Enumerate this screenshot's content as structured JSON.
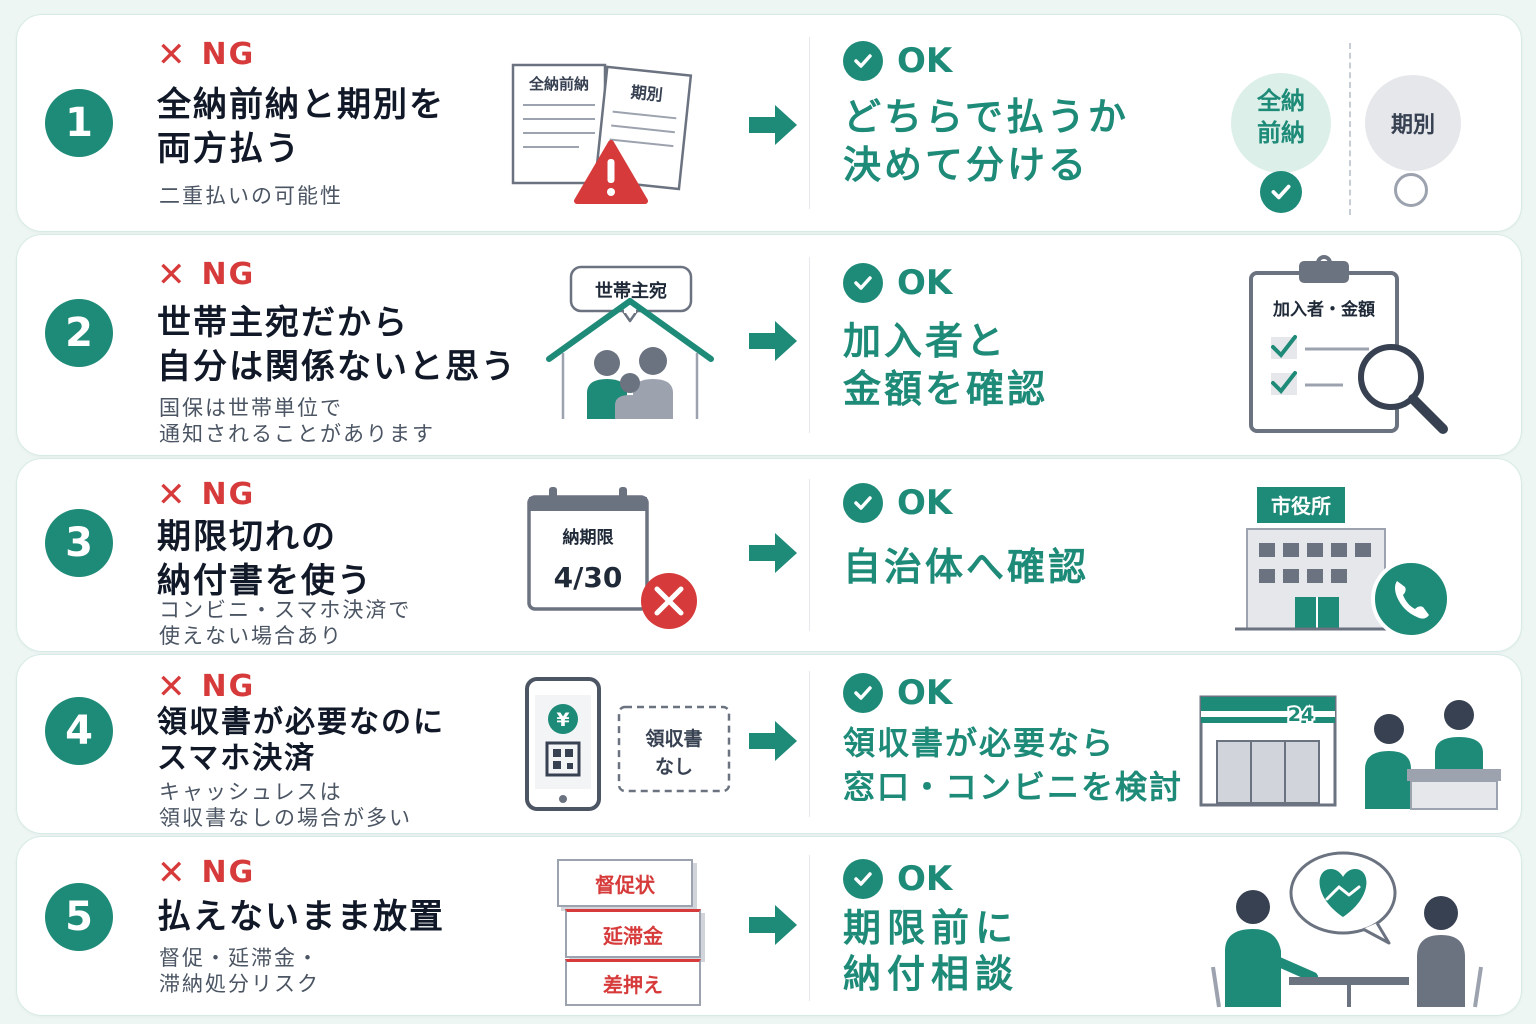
{
  "colors": {
    "accent": "#1e8a78",
    "ng": "#d63a3a",
    "muted": "#9ca3af"
  },
  "labels": {
    "ng": "NG",
    "ok": "OK"
  },
  "items": [
    {
      "number": "1",
      "ng_title": "全納前納と期別を\n両方払う",
      "ng_note": "二重払いの可能性",
      "ng_illus": {
        "doc_left": "全納前納",
        "doc_right": "期別"
      },
      "ok_title": "どちらで払うか\n決めて分ける",
      "ok_illus": {
        "option_a": "全納\n前納",
        "option_b": "期別"
      }
    },
    {
      "number": "2",
      "ng_title": "世帯主宛だから\n自分は関係ないと思う",
      "ng_note": "国保は世帯単位で\n通知されることがあります",
      "ng_illus": {
        "bubble": "世帯主宛"
      },
      "ok_title": "加入者と\n金額を確認",
      "ok_illus": {
        "clipboard": "加入者・金額"
      }
    },
    {
      "number": "3",
      "ng_title": "期限切れの\n納付書を使う",
      "ng_note": "コンビニ・スマホ決済で\n使えない場合あり",
      "ng_illus": {
        "cal_label": "納期限",
        "cal_date": "4/30"
      },
      "ok_title": "自治体へ確認",
      "ok_illus": {
        "building": "市役所"
      }
    },
    {
      "number": "4",
      "ng_title": "領収書が必要なのに\nスマホ決済",
      "ng_note": "キャッシュレスは\n領収書なしの場合が多い",
      "ng_illus": {
        "yen": "¥",
        "receipt_tag": "領収書\nなし"
      },
      "ok_title": "領収書が必要なら\n窓口・コンビニを検討",
      "ok_illus": {
        "store": "24"
      }
    },
    {
      "number": "5",
      "ng_title": "払えないまま放置",
      "ng_note": "督促・延滞金・\n滞納処分リスク",
      "ng_illus": {
        "doc1": "督促状",
        "doc2": "延滞金",
        "doc3": "差押え"
      },
      "ok_title": "期限前に\n納付相談",
      "ok_illus": {}
    }
  ]
}
